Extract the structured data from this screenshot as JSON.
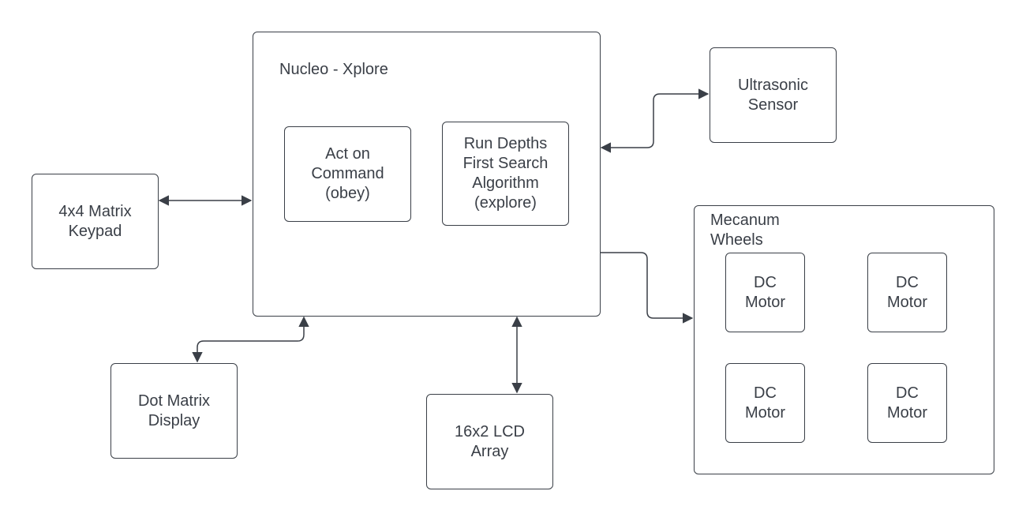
{
  "diagram": {
    "main_board": {
      "label": "Nucleo - Xplore"
    },
    "act_on_command": {
      "label": "Act on\nCommand\n(obey)"
    },
    "dfs": {
      "label": "Run Depths\nFirst Search\nAlgorithm\n(explore)"
    },
    "ultrasonic": {
      "label": "Ultrasonic\nSensor"
    },
    "keypad": {
      "label": "4x4 Matrix\nKeypad"
    },
    "mecanum": {
      "label": "Mecanum\nWheels"
    },
    "motors": [
      {
        "label": "DC\nMotor"
      },
      {
        "label": "DC\nMotor"
      },
      {
        "label": "DC\nMotor"
      },
      {
        "label": "DC\nMotor"
      }
    ],
    "dot_matrix": {
      "label": "Dot Matrix\nDisplay"
    },
    "lcd": {
      "label": "16x2 LCD\nArray"
    }
  },
  "colors": {
    "stroke": "#3a3f47",
    "background": "#ffffff"
  }
}
